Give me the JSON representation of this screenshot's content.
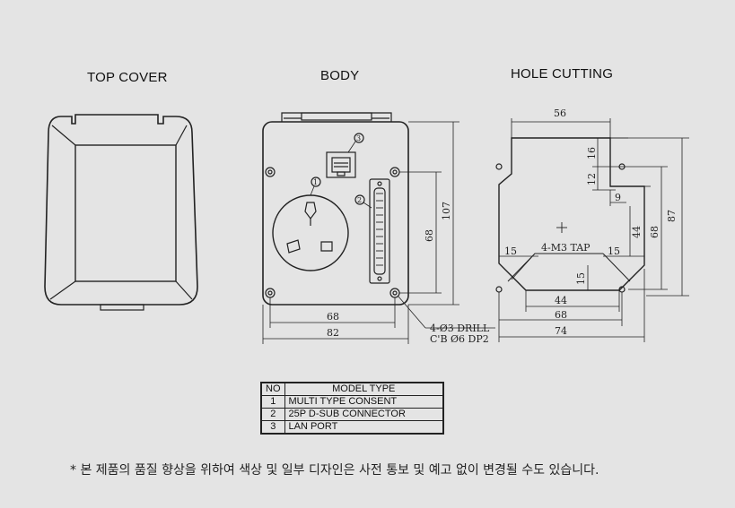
{
  "titles": {
    "top_cover": "TOP COVER",
    "body": "BODY",
    "hole_cutting": "HOLE CUTTING"
  },
  "body_dims": {
    "height": "107",
    "inner_height": "68",
    "inner_width": "68",
    "width": "82",
    "drill_line1": "4-Ø3 DRILL",
    "drill_line2": "C'B Ø6 DP2",
    "callout_1": "1",
    "callout_2": "2",
    "callout_3": "3"
  },
  "hole_dims": {
    "top_width": "56",
    "d16": "16",
    "d12": "12",
    "d9": "9",
    "d44v": "44",
    "d68v": "68",
    "d87v": "87",
    "tap": "4-M3 TAP",
    "left15": "15",
    "right15": "15",
    "bottom15": "15",
    "d44": "44",
    "d68": "68",
    "d74": "74"
  },
  "table": {
    "header_no": "NO",
    "header_type": "MODEL  TYPE",
    "rows": [
      {
        "no": "1",
        "type": "MULTI TYPE CONSENT"
      },
      {
        "no": "2",
        "type": "25P D-SUB CONNECTOR"
      },
      {
        "no": "3",
        "type": "LAN PORT"
      }
    ]
  },
  "note": "* 본 제품의 품질 향상을 위하여 색상 및 일부 디자인은 사전 통보 및 예고 없이 변경될 수도 있습니다."
}
